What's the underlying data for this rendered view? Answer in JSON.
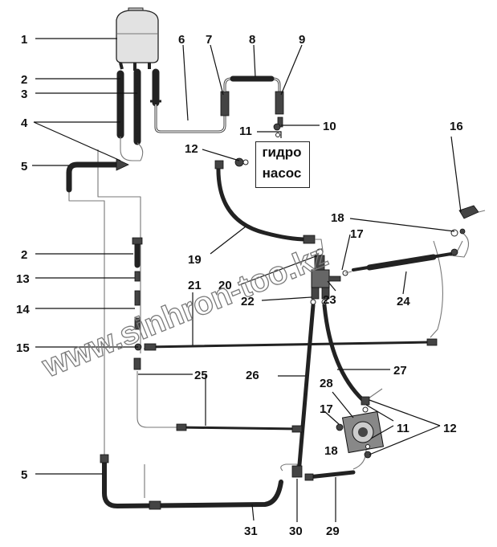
{
  "pump_label_line1": "гидро",
  "pump_label_line2": "насос",
  "watermark": "www.sinhron-too.kz",
  "callouts": {
    "c1": "1",
    "c2a": "2",
    "c2b": "2",
    "c3": "3",
    "c4": "4",
    "c5a": "5",
    "c5b": "5",
    "c6": "6",
    "c7": "7",
    "c8": "8",
    "c9": "9",
    "c10": "10",
    "c11a": "11",
    "c11b": "11",
    "c12a": "12",
    "c12b": "12",
    "c13": "13",
    "c14": "14",
    "c15": "15",
    "c16": "16",
    "c17a": "17",
    "c17b": "17",
    "c18a": "18",
    "c18b": "18",
    "c19": "19",
    "c20": "20",
    "c21": "21",
    "c22": "22",
    "c23": "23",
    "c24": "24",
    "c25": "25",
    "c26": "26",
    "c27": "27",
    "c28": "28",
    "c29": "29",
    "c30": "30",
    "c31": "31"
  },
  "colors": {
    "line": "#111111",
    "watermark": "#7a7a7a"
  }
}
